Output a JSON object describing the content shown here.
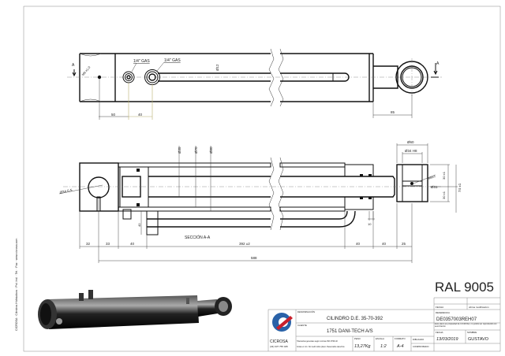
{
  "side_text": "CICROSA · Cilindros Hidráulicos · Pol. Ind. · Tel. · Fax · www.cicrosa.com",
  "top_view": {
    "port1_label": "1/4\" GAS",
    "port2_label": "1/4\" GAS",
    "slot_dim": "Ø12",
    "pin_dim": "M6 x1.0",
    "section_mark": "A",
    "dim_50": "50",
    "dim_40": "40",
    "dim_85": "85"
  },
  "section_view": {
    "title": "SECCIÓN A-A",
    "d_rod": "Ø35",
    "d_bore": "Ø70",
    "d_outer": "Ø80",
    "ball_dim": "Ø34 0.5",
    "eye_outer": "Ø60",
    "eye_bore": "Ø34 H8",
    "grease": "M6x1",
    "eye_pin": "Ø31",
    "eye_h1": "30 ±1",
    "eye_h2": "30 ±1",
    "eye_total": "74 ±1",
    "dim_10": "10",
    "dim_40_port": "40",
    "chain": [
      "32",
      "33",
      "40",
      "392 ±2",
      "40",
      "40",
      "25"
    ],
    "overall": "588"
  },
  "ral": "RAL 9005",
  "title_block": {
    "top_labels": [
      "FECHA",
      "ultima modificación"
    ],
    "company": "CICROSA",
    "company_phone": "(34) 937 755 045",
    "denominacion_label": "DENOMINACIÓN",
    "denominacion": "CILINDRO D.E. 35-70-392",
    "cliente_label": "CLIENTE",
    "cliente": "1751  DANI-TECH A/S",
    "notes_1": "Tolerancias generales según normas ISO 2768-mK",
    "notes_2": "Cotas en mm. No medir sobre plano. Reservados derechos",
    "peso_label": "PESO",
    "peso": "13,27Kg",
    "escala_label": "ESCALA",
    "escala": "1:2",
    "formato_label": "FORMATO",
    "formato": "A-4",
    "dibujado_label": "DIBUJADO",
    "comprobado_label": "COMPROBADO",
    "referencia_label": "REFERENCIA",
    "referencia": "DE0357003REH07",
    "ref_note": "Este plano es propiedad de CICROSA, no podrá ser reproducido sin autorización",
    "fecha_label": "FECHA",
    "fecha": "13/03/2019",
    "nombre_label": "NOMBRE",
    "nombre": "GUSTAVO"
  },
  "colors": {
    "line": "#111111",
    "yellow_dim": "#b8b070",
    "logo_blue": "#2a62a8",
    "logo_red": "#c8202c",
    "part_black": "#1a1a1a"
  }
}
